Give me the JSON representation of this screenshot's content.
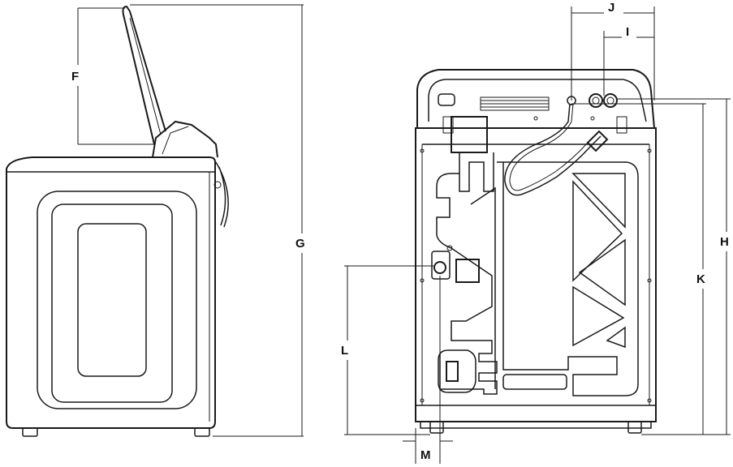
{
  "labels": {
    "F": "F",
    "G": "G",
    "J": "J",
    "I": "I",
    "H": "H",
    "K": "K",
    "L": "L",
    "M": "M"
  }
}
